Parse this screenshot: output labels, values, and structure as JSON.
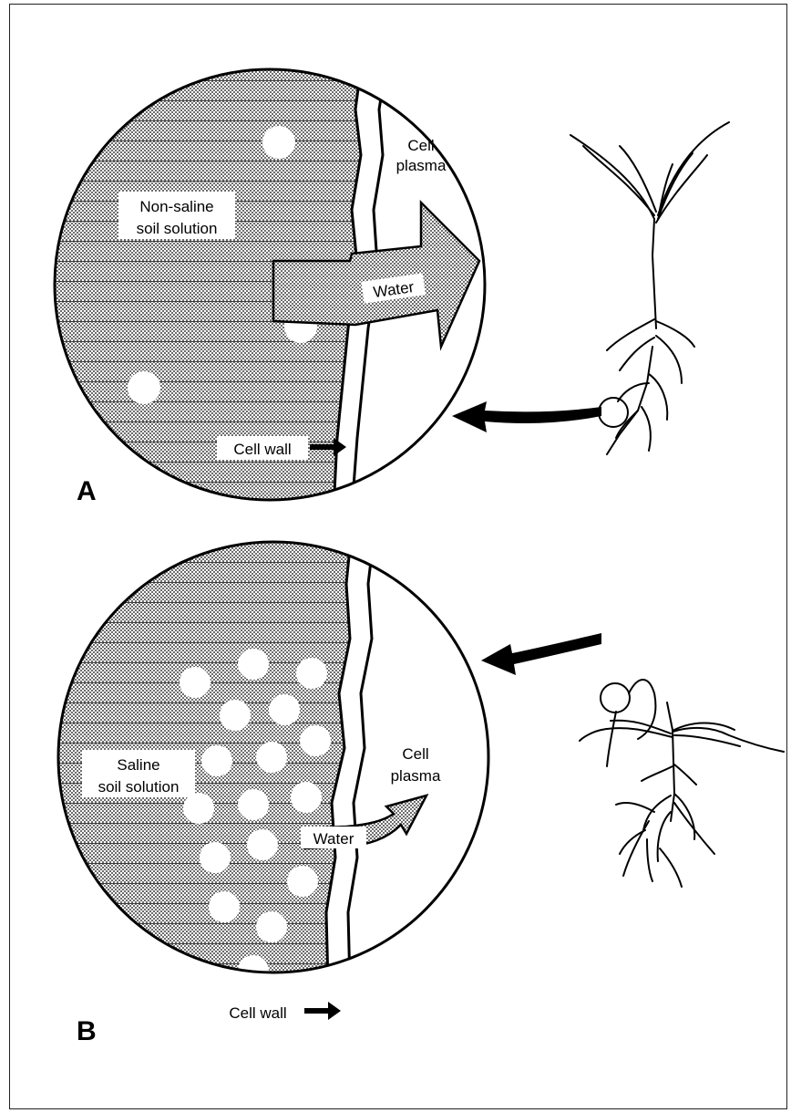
{
  "panel_a": {
    "letter": "A",
    "solution_label_line1": "Non-saline",
    "solution_label_line2": "soil solution",
    "plasma_label_line1": "Cell",
    "plasma_label_line2": "plasma",
    "water_label": "Water",
    "wall_label": "Cell wall"
  },
  "panel_b": {
    "letter": "B",
    "solution_label_line1": "Saline",
    "solution_label_line2": "soil solution",
    "plasma_label_line1": "Cell",
    "plasma_label_line2": "plasma",
    "water_label": "Water",
    "wall_label": "Cell wall"
  },
  "colors": {
    "soil_fill": "#9a9a9a",
    "ink": "#000000",
    "background": "#ffffff"
  }
}
